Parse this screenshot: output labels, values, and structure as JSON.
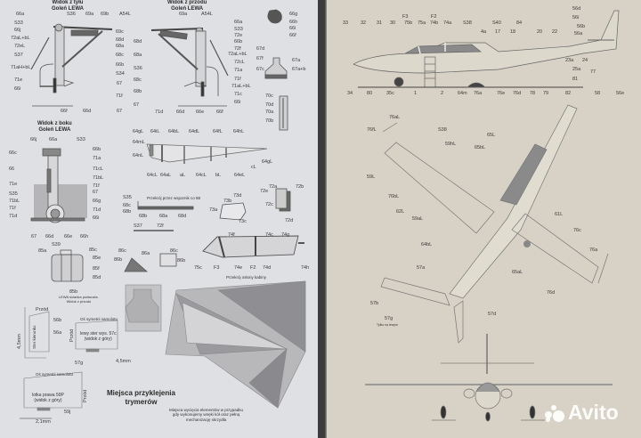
{
  "left_page": {
    "rear_view": {
      "title": "Widok z tyłu\nGoleń LEWA",
      "labels": [
        "66a",
        "S33",
        "66j",
        "72aL+bL",
        "72eL",
        "S37",
        "71aH+bL",
        "71e",
        "66i",
        "66f",
        "66d",
        "67",
        "71f",
        "67",
        "S34",
        "66b",
        "68c",
        "68a",
        "68d",
        "69c",
        "S36",
        "69a",
        "69b",
        "A54L"
      ]
    },
    "front_view": {
      "title": "Widok z przodu\nGoleń LEWA",
      "labels": [
        "69a",
        "A54L",
        "66a",
        "S33",
        "72e",
        "66b",
        "72f",
        "72aL+bL",
        "72cL",
        "71a",
        "71f",
        "71aL+bL",
        "71c",
        "66i",
        "68d",
        "68a",
        "S36",
        "68c",
        "68b",
        "67",
        "71d",
        "66d",
        "66e",
        "66f"
      ]
    },
    "small_parts": {
      "labels": [
        "66g",
        "66h",
        "66i",
        "66f",
        "67d",
        "67f",
        "67c",
        "67a",
        "67a+b",
        "70c",
        "70d",
        "70a",
        "70b"
      ]
    },
    "side_view": {
      "title": "Widok z boku\nGoleń LEWA",
      "labels": [
        "66j",
        "66a",
        "S33",
        "66c",
        "66b",
        "71a",
        "66",
        "71cL",
        "71bL",
        "71e",
        "71f",
        "S35",
        "67",
        "71bL",
        "66g",
        "71f",
        "71d",
        "71d",
        "66i",
        "67",
        "66d",
        "66e",
        "66h"
      ]
    },
    "flap_strip": {
      "labels": [
        "64gL",
        "64iL",
        "64bL",
        "64dL",
        "64fL",
        "64hL",
        "64mL",
        "64nL",
        "64cL",
        "64aL",
        "aL",
        "64cL",
        "bL",
        "64eL",
        "cL",
        "64gL"
      ]
    },
    "bracket": {
      "caption": "Przekrój przez wspornik co 88",
      "labels": [
        "S35",
        "68c",
        "68b",
        "68b",
        "68a",
        "68d",
        "S37",
        "72f"
      ]
    },
    "parts_73_72": {
      "labels": [
        "73a",
        "73b",
        "73d",
        "73c",
        "72a",
        "72b",
        "72e",
        "72c",
        "72d"
      ]
    },
    "canopy": {
      "caption": "Przekrój osłony kabiny",
      "labels": [
        "74f",
        "74c",
        "74g",
        "75c",
        "F3",
        "74e",
        "F2",
        "74d",
        "74h"
      ]
    },
    "wheel_bay": {
      "caption": "LEWA ścianka podwozia.\nWidok z przodu",
      "labels": [
        "S39",
        "85a",
        "85c",
        "85e",
        "85f",
        "85d",
        "85b",
        "86c",
        "86b",
        "86a",
        "86c",
        "86b"
      ]
    },
    "trim_tabs": {
      "rudder": {
        "front": "Przód",
        "labels": [
          "56b",
          "56a"
        ],
        "dimension": "4,5mm",
        "name": "Ster kierunku"
      },
      "elevator": {
        "axis": "Oś symetrii samolotu",
        "name": "lewy ster wys. 57c\n(widok z góry)",
        "front": "Przód",
        "labels": [
          "57g"
        ],
        "dimension": "4,5mm"
      },
      "aileron": {
        "axis": "Oś symetrii samolotu",
        "name": "lotka prawa 59P\n(widok z góry)",
        "front": "Przód",
        "labels": [
          "59j"
        ],
        "dimension": "2,1mm"
      },
      "heading": "Miejsca przyklejenia\ntrymerów"
    },
    "wing_caption": "Miejsca wycięcia elementów w przypadku\ngdy wykonujemy wnęki kół oraz pełną\nmechanizację skrzydła"
  },
  "right_page": {
    "side_view_labels": [
      "33",
      "32",
      "31",
      "30",
      "F3",
      "75b",
      "75a",
      "F2",
      "74b",
      "74a",
      "S38",
      "S40",
      "84",
      "4a",
      "17",
      "18",
      "20",
      "22",
      "56d",
      "56i",
      "56b",
      "56a",
      "23a",
      "24",
      "25a",
      "81",
      "77",
      "34",
      "80",
      "35c",
      "1",
      "2",
      "64m",
      "76a",
      "76e",
      "76d",
      "78",
      "79",
      "82",
      "58",
      "56e"
    ],
    "top_view_labels": [
      "76aL",
      "S38",
      "76fL",
      "59hL",
      "59L",
      "76bL",
      "62L",
      "59aL",
      "65L",
      "65bL",
      "61L",
      "76c",
      "76a",
      "65aL",
      "76d",
      "64bL",
      "57a",
      "57b",
      "57g",
      "57d"
    ],
    "left_only_note": "Tylko na lewym"
  },
  "watermark": "Avito",
  "colors": {
    "left_paper": "#dfe0e3",
    "right_paper": "#d7d2c5",
    "part_gray": "#a9a9ab",
    "canopy_gray": "#8c8c8c"
  }
}
